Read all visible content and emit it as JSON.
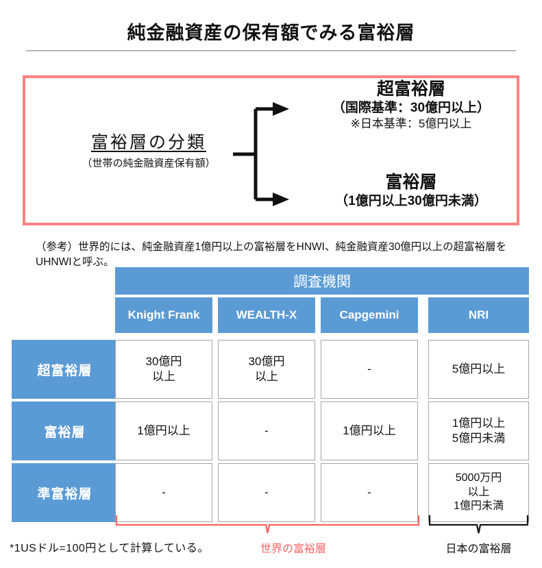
{
  "title": "純金融資産の保有額でみる富裕層",
  "classification": {
    "left_title": "富裕層の分類",
    "left_sub": "（世帯の純金融資産保有額）",
    "branch_top": {
      "title": "超富裕層",
      "line1": "（国際基準：30億円以上）",
      "line2": "※日本基準：5億円以上"
    },
    "branch_bottom": {
      "title": "富裕層",
      "line1": "（1億円以上30億円未満）"
    },
    "border_color": "#ff8080"
  },
  "reference_note": "（参考）世界的には、純金融資産1億円以上の富裕層をHNWI、純金融資産30億円以上の超富裕層をUHNWIと呼ぶ。",
  "table": {
    "group_header": "調査機関",
    "header_color": "#5b9bd5",
    "columns": [
      "Knight\nFrank",
      "WEALTH-X",
      "Capgemini",
      "NRI"
    ],
    "rows": [
      {
        "label": "超富裕層",
        "cells": [
          "30億円\n以上",
          "30億円\n以上",
          "-",
          "5億円以上"
        ]
      },
      {
        "label": "富裕層",
        "cells": [
          "1億円以上",
          "-",
          "1億円以上",
          "1億円以上\n5億円未満"
        ]
      },
      {
        "label": "準富裕層",
        "cells": [
          "-",
          "-",
          "-",
          "5000万円\n以上\n1億円未満"
        ]
      }
    ]
  },
  "footer": {
    "footnote": "*1USドル=100円として計算している。",
    "world_label": "世界の富裕層",
    "world_label_color": "#ff6161",
    "japan_label": "日本の富裕層"
  }
}
